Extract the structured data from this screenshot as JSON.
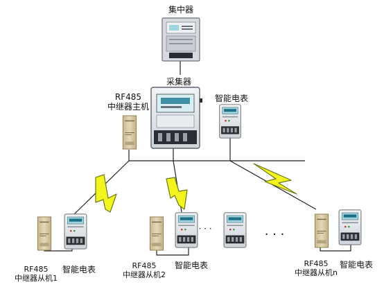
{
  "labels": {
    "concentrator": "集中器",
    "collector": "采集器",
    "smart_meter_top": "智能电表",
    "relay_master_line1": "RF485",
    "relay_master_line2": "中继器主机",
    "slave1_line1": "RF485",
    "slave1_line2": "中继器从机1",
    "slave1_meter": "智能电表",
    "slave2_line1": "RF485",
    "slave2_line2": "中继器从机2",
    "slave2_meter": "智能电表",
    "slaven_line1": "RF485",
    "slaven_line2": "中继器从机n",
    "slaven_meter": "智能电表",
    "ellipsis_small": "· · ·",
    "ellipsis_large": "· · ·"
  },
  "colors": {
    "lightning_fill": "#f5f51e",
    "lightning_stroke": "#6a7a1a",
    "wire": "#222222",
    "relay_box": "#d8c9a2",
    "meter_body": "#e6e9ec",
    "meter_screen": "#9fd4df"
  }
}
